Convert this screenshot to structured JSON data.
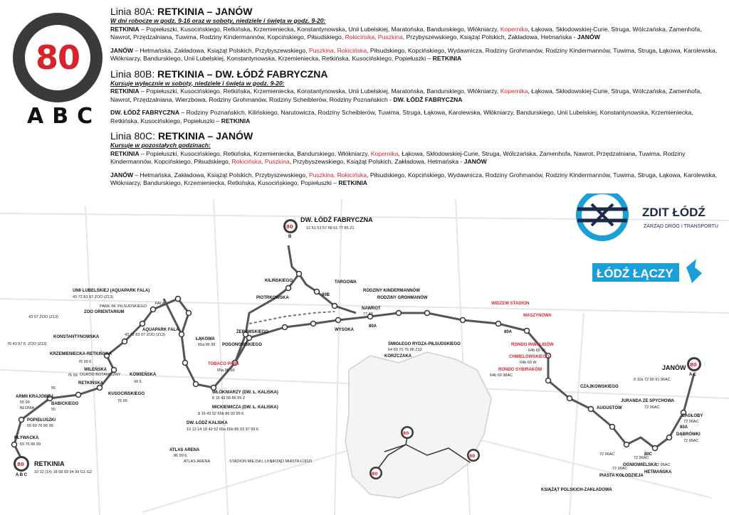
{
  "route": {
    "number": "80",
    "variants": "ABC"
  },
  "lines": [
    {
      "prefix": "Linia 80A:",
      "name": "RETKINIA – JANÓW",
      "note": "W dni robocze w godz. 9-16 oraz w soboty, niedziele i święta w godz. 9-20:",
      "directions": [
        [
          {
            "t": "RETKINIA",
            "s": "term"
          },
          {
            "t": " – Popiełuszki, Kusocińskiego, Retkińska, Krzemieniecka, Konstantynowska, Unii Lubelskiej, Maratońska, Bandurskiego, Włókniarzy, "
          },
          {
            "t": "Kopernika",
            "s": "red"
          },
          {
            "t": ", Łąkowa, Skłodowskiej-Curie, Struga, Wólczańska, Zamenhofa, Nawrot, Przędzalniana, Tuwima, Rodziny Kindermannów, Kopcińskiego, Piłsudskiego, "
          },
          {
            "t": "Rokicińska, Puszkina",
            "s": "red"
          },
          {
            "t": ", Przybyszewskiego, Książąt Polskich, Zakładowa, Hetmańska - "
          },
          {
            "t": "JANÓW",
            "s": "term"
          }
        ],
        [
          {
            "t": "JANÓW",
            "s": "term"
          },
          {
            "t": " – Hetmańska, Zakładowa, Książąt Polskich, Przybyszewskiego, "
          },
          {
            "t": "Puszkina, Rokicińska",
            "s": "red"
          },
          {
            "t": ", Piłsudskiego, Kopcińskiego, Wydawnicza, Rodziny Grohmanów, Rodziny Kindermannów, Tuwima, Struga, Łąkowa, Karolewska, Włókniarzy, Bandurskiego, Unii Lubelskiej, Konstantynowska, Krzemieniecka, Retkińska, Kusocińskiego, Popiełuszki – "
          },
          {
            "t": "RETKINIA",
            "s": "term"
          }
        ]
      ]
    },
    {
      "prefix": "Linia 80B:",
      "name": "RETKINIA – DW. ŁÓDŹ FABRYCZNA",
      "note": "Kursuje wyłącznie w soboty, niedziele i święta w godz. 9-20:",
      "directions": [
        [
          {
            "t": "RETKINIA",
            "s": "term"
          },
          {
            "t": " – Popiełuszki, Kusocińskiego, Retkińska, Krzemieniecka, Konstantynowska, Unii Lubelskiej, Maratońska, Bandurskiego, Włókniarzy, "
          },
          {
            "t": "Kopernika",
            "s": "red"
          },
          {
            "t": ", Łąkowa, Skłodowskiej-Curie, Struga, Wólczańska, Zamenhofa, Nawrot, Przędzalniana, Wierzbowa, Rodziny Grohmanów, Rodziny Scheiblerów, Rodziny Poznańskich - "
          },
          {
            "t": "DW. ŁÓDŹ  FABRYCZNA",
            "s": "term"
          }
        ],
        [
          {
            "t": "DW. ŁÓDŹ  FABRYCZNA",
            "s": "term"
          },
          {
            "t": " – Rodziny Poznańskich, Kilińskiego, Narutowicza, Rodziny Scheiblerów, Tuwima, Struga, Łąkowa, Karolewska, Włókniarzy, Bandurskiego, Unii Lubelskiej, Konstantynowska, Krzemieniecka, Retkińska, Kusocińskiego, Popiełuszki – "
          },
          {
            "t": "RETKINIA",
            "s": "term"
          }
        ]
      ]
    },
    {
      "prefix": "Linia 80C:",
      "name": "RETKINIA – JANÓW",
      "note": "Kursuje w pozostałych godzinach:",
      "directions": [
        [
          {
            "t": "RETKINIA",
            "s": "term"
          },
          {
            "t": " – Popiełuszki, Kusocińskiego, Retkińska, Krzemieniecka, Bandurskiego, Włókniarzy, "
          },
          {
            "t": "Kopernika",
            "s": "red"
          },
          {
            "t": ", Łąkowa, Skłodowskiej-Curie, Struga, Wólczańska, Zamenhofa, Nawrot, Przędzalniana, Tuwima, Rodziny Kindermannów, Kopcińskiego, Piłsudskiego, "
          },
          {
            "t": "Rokicińska, Puszkina",
            "s": "red"
          },
          {
            "t": ", Przybyszewskiego, Książąt Polskich, Zakładowa, Hetmańska - "
          },
          {
            "t": "JANÓW",
            "s": "term"
          }
        ],
        [
          {
            "t": "JANÓW",
            "s": "term"
          },
          {
            "t": " – Hetmańska, Zakładowa, Książąt Polskich, Przybyszewskiego, "
          },
          {
            "t": "Puszkina, Rokicińska",
            "s": "red"
          },
          {
            "t": ", Piłsudskiego, Kopcińskiego, Wydawnicza, Rodziny Grohmanów, Rodziny Kindermannów, Tuwima, Struga, Łąkowa, Karolewska, Włókniarzy, Bandurskiego, Krzemieniecka, Retkińska, Kusocińskiego, Popiełuszki – "
          },
          {
            "t": "RETKINIA",
            "s": "term"
          }
        ]
      ]
    }
  ],
  "logos": {
    "zdit_title": "ZDIT ŁÓDŹ",
    "zdit_subtitle": "ZARZĄD DRÓG I TRANSPORTU",
    "lodz_laczy": "ŁÓDŹ ŁĄCZY"
  },
  "colors": {
    "route_red": "#d8232a",
    "route_dark": "#3a3a3a",
    "brand_blue": "#1aa0d8",
    "line_gray": "#555555"
  },
  "map": {
    "segment_labels": [
      "80B",
      "80A",
      "80A",
      "80C",
      "80A"
    ],
    "terminals": [
      {
        "name": "DW. ŁÓDŹ FABRYCZNA",
        "badge": "80",
        "variant": "B"
      },
      {
        "name": "JANÓW",
        "badge": "80",
        "variant": "A C"
      },
      {
        "name": "RETKINIA",
        "badge": "80",
        "variant": "A B C"
      }
    ],
    "stops": [
      {
        "name": "UNII LUBELSKIEJ (AQUAPARK FALA)",
        "lines": "43 72 83 97 ZOO (Z13)"
      },
      {
        "name": "ZOO ORIENTARIUM",
        "lines": "43 97 ZOO (Z13)"
      },
      {
        "name": "KONSTANTYNOWSKA",
        "lines": "76 43 97 6. ZOO (Z13)"
      },
      {
        "name": "KRZEMIENIECKA-RETKIŃSKA",
        "lines": "76 99 6."
      },
      {
        "name": "WILEŃSKA",
        "lines": "76 99"
      },
      {
        "name": "RETKIŃSKA",
        "lines": "55"
      },
      {
        "name": "ARMII KRAJOWEJ",
        "lines": "55 99"
      },
      {
        "name": "BABICKIEGO",
        "lines": "55"
      },
      {
        "name": "POPIEŁUSZKI",
        "lines": "55 69 76 86 99"
      },
      {
        "name": "PŁYWACKA",
        "lines": "69 76 86 99"
      },
      {
        "name": "KUSOCIŃSKIEGO",
        "lines": "76 99"
      },
      {
        "name": "KOWIEŃSKA",
        "lines": "99 6."
      },
      {
        "name": "AQUAPARK FALA",
        "lines": "43 72 83 97 ZOO (Z13)"
      },
      {
        "name": "ŁĄKOWA",
        "lines": "65a 86 99"
      },
      {
        "name": "TOBACO PARK",
        "lines": "65a 86 99"
      },
      {
        "name": "WŁÓKNIARZY (DW. Ł. KALISKA)",
        "lines": "8 16 43 58 86 99 Z"
      },
      {
        "name": "MICKIEWICZA (DW. Ł. KALISKA)",
        "lines": "8 16 43 52 65b 86 93 99 6."
      },
      {
        "name": "DW. ŁÓDŹ KALISKA",
        "lines": "10 12 14 18 43 52 65a 65b 86 93 97 99 6."
      },
      {
        "name": "ATLAS ARENA",
        "lines": "86 99 6."
      },
      {
        "name": "ŻEROMSKIEGO",
        "lines": ""
      },
      {
        "name": "POGONOWSKIEGO",
        "lines": ""
      },
      {
        "name": "PIOTRKOWSKA",
        "lines": ""
      },
      {
        "name": "KILIŃSKIEGO",
        "lines": ""
      },
      {
        "name": "NAWROT",
        "lines": "77 83"
      },
      {
        "name": "WYSOKA",
        "lines": ""
      },
      {
        "name": "TARGOWA",
        "lines": ""
      },
      {
        "name": "RODZINY KINDERMANNÓW",
        "lines": ""
      },
      {
        "name": "RODZINY GROHMANÓW",
        "lines": ""
      },
      {
        "name": "ŚMIGŁEGO RYDZA-PIŁSUDSKIEGO",
        "lines": "64 60 70 75 96 Z13"
      },
      {
        "name": "KORZCZAKA",
        "lines": ""
      },
      {
        "name": "WIDZEW STADION",
        "lines": ""
      },
      {
        "name": "MASZYNOWA",
        "lines": ""
      },
      {
        "name": "RONDO INWALIDÓW",
        "lines": "64b 69 W"
      },
      {
        "name": "CHMIELOWSKIEGO",
        "lines": "64b 69 W"
      },
      {
        "name": "RONDO SYBIRAKÓW",
        "lines": "64b 69 98AC"
      },
      {
        "name": "CZAJKOWSKIEGO",
        "lines": ""
      },
      {
        "name": "AUGUSTÓW",
        "lines": ""
      },
      {
        "name": "JURANDA ZE SPYCHOWA",
        "lines": "72 96AC"
      },
      {
        "name": "ZAGŁOBY",
        "lines": "72 96AC"
      },
      {
        "name": "DĄBRÓWKI",
        "lines": "72 96AC"
      },
      {
        "name": "HETMAŃSKA",
        "lines": "72 96AC"
      },
      {
        "name": "OGNIOWIELSKA",
        "lines": "72 96AC"
      },
      {
        "name": "PIASTA KOŁODZIEJA",
        "lines": "72 96AC"
      },
      {
        "name": "KSIĄŻĄT POLSKICH-ZAKŁADOWA",
        "lines": "72 96AC"
      },
      {
        "name": "JANÓW",
        "lines": "9 10s 72 90 91 96AC"
      },
      {
        "name": "RETKINIA",
        "lines": "10 12 (14) 18 68 69 94 99 G1 G2"
      },
      {
        "name": "DW. ŁÓDŹ FABRYCZNA",
        "lines": "12 51 53 57 58 61 77 85 Z1"
      }
    ],
    "poi": [
      "PARK IM. PIŁSUDSKIEGO",
      "FALA",
      "OGRÓD BOTANICZNY",
      "BŁONIA",
      "ATLAS ARENA",
      "STADION MIEJSKI, LKS",
      "URZĄD MIASTA ŁODZI"
    ]
  }
}
